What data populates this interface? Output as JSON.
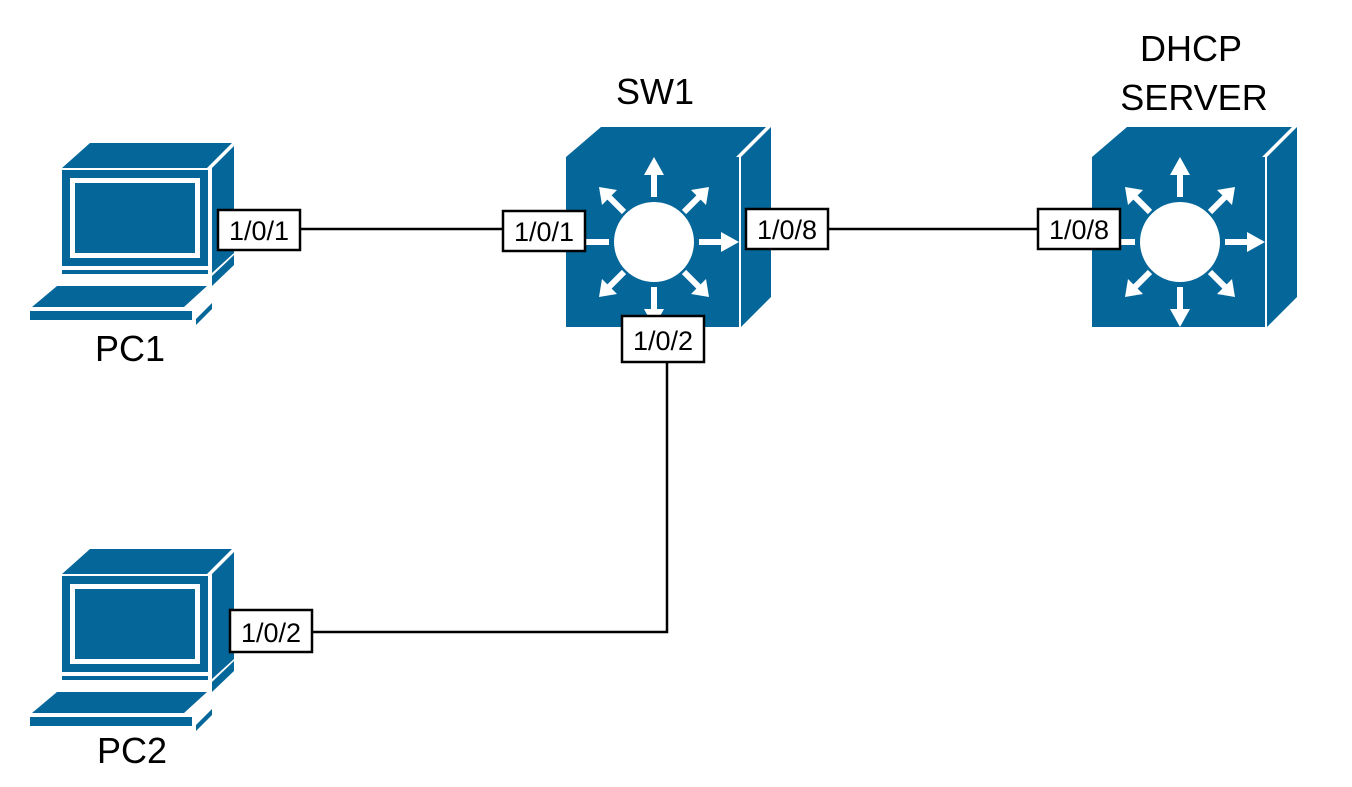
{
  "diagram": {
    "type": "network-topology",
    "colors": {
      "device": "#046699",
      "device_glyph": "#ffffff",
      "link": "#000000",
      "label": "#000000",
      "port_box_fill": "#ffffff",
      "port_box_border": "#000000"
    },
    "nodes": {
      "pc1": {
        "label": "PC1",
        "icon": "workstation-icon"
      },
      "pc2": {
        "label": "PC2",
        "icon": "workstation-icon"
      },
      "sw1": {
        "label": "SW1",
        "icon": "layer3-switch-icon"
      },
      "dhcp": {
        "label_line1": "DHCP",
        "label_line2": "SERVER",
        "icon": "layer3-switch-icon"
      }
    },
    "links": [
      {
        "from": "PC1",
        "from_port": "1/0/1",
        "to": "SW1",
        "to_port": "1/0/1"
      },
      {
        "from": "SW1",
        "from_port": "1/0/8",
        "to": "DHCP SERVER",
        "to_port": "1/0/8"
      },
      {
        "from": "PC2",
        "from_port": "1/0/2",
        "to": "SW1",
        "to_port": "1/0/2"
      }
    ]
  }
}
